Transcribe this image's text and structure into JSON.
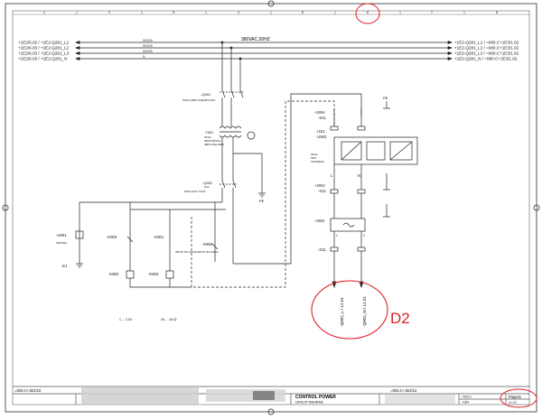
{
  "grid": {
    "columns": [
      "1",
      "2",
      "3",
      "4",
      "5",
      "6",
      "7",
      "8"
    ]
  },
  "buses": {
    "left": [
      "+1E2/6.02 / +1E2-Q281_L1",
      "+1E2/6.03 / +1E2-Q281_L2",
      "+1E2/6.03 / +1E2-Q281_L3",
      "+1E2/6.03 / +1E2-Q281_N"
    ],
    "right": [
      "+1E2-Q281_L1 / =080.C+1E3/1.02",
      "+1E2-Q281_L2 / =080.C+1E3/1.02",
      "+1E2-Q281_L3 / =080.C+1E3/1.02",
      "+1E2-Q281_N / =080.C+1E3/1.02"
    ],
    "cable": [
      "W2005",
      "W2005",
      "W2005",
      "N"
    ],
    "voltage": "380VAC,50HZ"
  },
  "components": {
    "q901": {
      "tag": "-Q901",
      "spec": "5SJ6 216B CC32/3P3 6/10"
    },
    "t901": {
      "tag": "-T901",
      "spec1": "3KVA",
      "spec2": "380V/230VAC",
      "spec3": "JBK5-3PH-3680"
    },
    "q902": {
      "tag": "-Q902",
      "rating": "10A",
      "spec": "5SJ6 110/7 CC20"
    },
    "u901": {
      "tag": "-U901",
      "spec": "S6070SL"
    },
    "e1": {
      "tag": "-E1"
    },
    "k903_coil": {
      "tag": "-K903"
    },
    "k901": {
      "tag": "-K901"
    },
    "k902_top": {
      "tag": "-K902"
    },
    "k903": {
      "tag": "-K903"
    },
    "k902": {
      "tag": "-K902",
      "spec": "3RT10 25-1AK04/3RT16 25-1CD00"
    },
    "x21_top": {
      "tag": "-X21",
      "label": "+2INV"
    },
    "u902": {
      "tag": "-U902",
      "plus": "+1E1",
      "spec1": "3KVA",
      "spec2": "UPS",
      "spec3": "SUS0604K"
    },
    "x21_mid": {
      "tag": "-X21",
      "label": "+2INV"
    },
    "a902": {
      "tag": "-A902"
    },
    "x21_bot": {
      "tag": "-X21"
    },
    "pe": "PE",
    "terminals": {
      "L": "L",
      "N": "N",
      "one": "1",
      "two": "2"
    }
  },
  "outputs": [
    "-Q902_L / 12.01",
    "-Q902_N / 12.01"
  ],
  "annotation": "D2",
  "bottom_refs": {
    "left": "1 ← 2.04",
    "right": "15 ← 16.02"
  },
  "title_block": {
    "ref_left": "=003.C+1E2/10",
    "ref_right": "=003.C+1E4/12",
    "title": "CONTROL POWER",
    "subtitle": "CIRCUIT DIAGRAM",
    "code1": "=003.C",
    "code2": "+1E4",
    "page": "Page11",
    "page_of": "(of 12)"
  },
  "colors": {
    "line": "#222222",
    "annotation": "#e0202a",
    "frame": "#555555"
  }
}
